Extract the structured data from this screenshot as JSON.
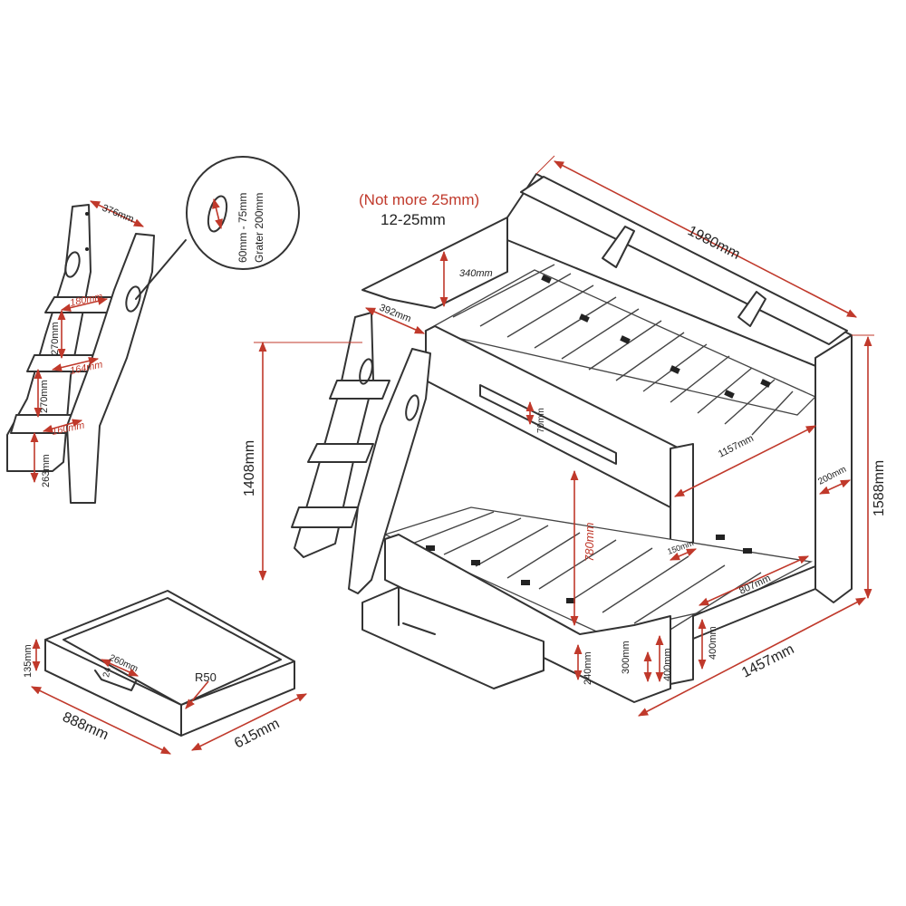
{
  "bed": {
    "length": "1980mm",
    "height": "1588mm",
    "lower_bunk_height": "1408mm",
    "width": "1457mm",
    "upper_inner_width": "1157mm",
    "shelf_depth": "200mm",
    "rail_height": "340mm",
    "rail_width": "392mm",
    "upper_clearance": "70mm",
    "lower_clearance": "780mm",
    "post_width": "150mm",
    "lower_gap": "807mm",
    "front_panel_height": "400mm",
    "front_panel_height_2": "400mm",
    "end_panel_height": "300mm",
    "drawer_clearance": "240mm"
  },
  "mattress_note": {
    "line1": "(Not more 25mm)",
    "line2": "12-25mm"
  },
  "ladder": {
    "width": "376mm",
    "step1_depth": "180mm",
    "step2_depth": "164mm",
    "step3_depth": "160mm",
    "step_spacing_1": "270mm",
    "step_spacing_2": "270mm",
    "bottom_height": "263mm"
  },
  "hole_detail": {
    "line1": "60mm - 75mm",
    "line2": "Grater 200mm"
  },
  "drawer": {
    "height": "135mm",
    "handle_width": "260mm",
    "handle_depth": "24",
    "radius": "R50",
    "length": "888mm",
    "depth": "615mm"
  }
}
